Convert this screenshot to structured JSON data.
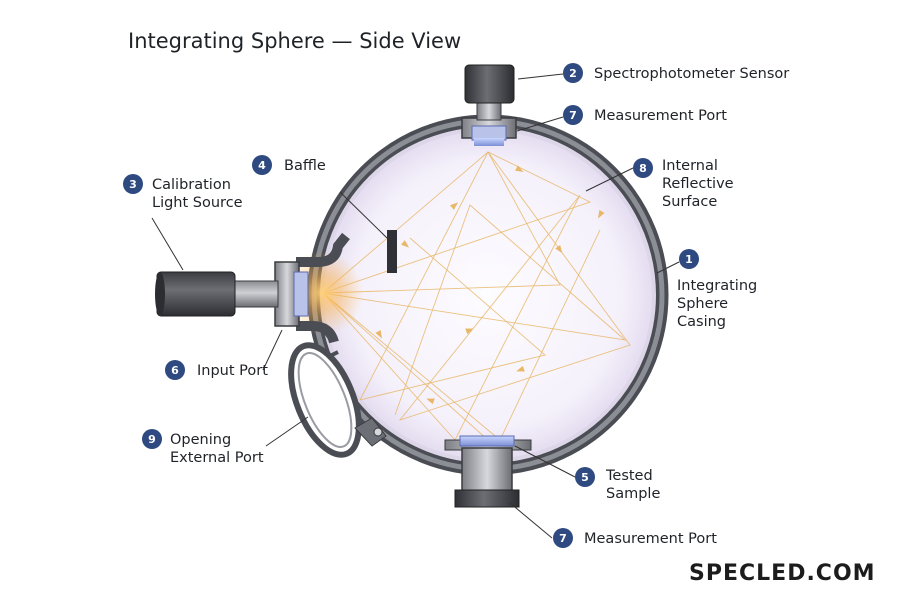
{
  "title": "Integrating Sphere — Side View",
  "brand": "SPECLED.COM",
  "colors": {
    "badge": "#2f4a80",
    "casing": "#6d6f76",
    "interior": "#f6f2fb",
    "ray": "#e8b768",
    "glow": "#ffb347"
  },
  "callouts": [
    {
      "id": "sensor",
      "number": "2",
      "lines": [
        "Spectrophotometer Sensor"
      ]
    },
    {
      "id": "port-top",
      "number": "7",
      "lines": [
        "Measurement Port"
      ]
    },
    {
      "id": "baffle",
      "number": "4",
      "lines": [
        "Baffle"
      ]
    },
    {
      "id": "reflective",
      "number": "8",
      "lines": [
        "Internal",
        "Reflective",
        "Surface"
      ]
    },
    {
      "id": "calibration",
      "number": "3",
      "lines": [
        "Calibration",
        "Light Source"
      ]
    },
    {
      "id": "casing",
      "number": "1",
      "lines": [
        "Integrating",
        "Sphere",
        "Casing"
      ]
    },
    {
      "id": "input",
      "number": "6",
      "lines": [
        "Input Port"
      ]
    },
    {
      "id": "external",
      "number": "9",
      "lines": [
        "Opening",
        "External Port"
      ]
    },
    {
      "id": "sample",
      "number": "5",
      "lines": [
        "Tested",
        "Sample"
      ]
    },
    {
      "id": "port-bottom",
      "number": "7",
      "lines": [
        "Measurement Port"
      ]
    }
  ]
}
